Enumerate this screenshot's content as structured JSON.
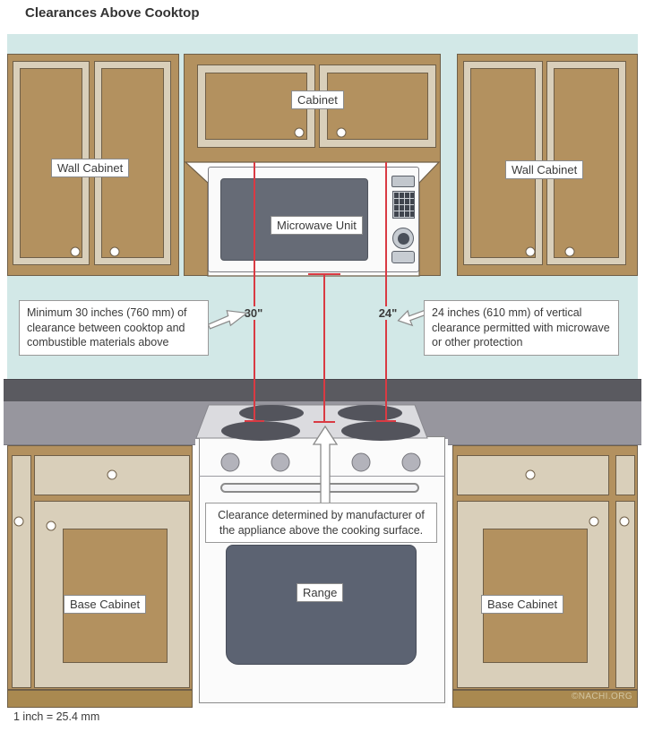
{
  "title": "Clearances Above Cooktop",
  "cabinets": {
    "wall_left": "Wall Cabinet",
    "wall_right": "Wall Cabinet",
    "top_center": "Cabinet",
    "base_left": "Base Cabinet",
    "base_right": "Base Cabinet"
  },
  "appliances": {
    "microwave": "Microwave Unit",
    "range": "Range"
  },
  "measurements": {
    "left": "30\"",
    "right": "24\""
  },
  "annotations": {
    "left": "Minimum 30 inches (760 mm) of clearance between cooktop and combustible materials above",
    "right": "24 inches (610 mm) of vertical clearance permitted with microwave or other protection",
    "center": "Clearance determined by manufacturer of the appliance above the cooking surface."
  },
  "footer": {
    "scale": "1 inch = 25.4 mm",
    "credit": "©NACHI.ORG"
  },
  "colors": {
    "wall": "#d2e8e7",
    "cabinet_tan": "#b3915f",
    "door_beige": "#d9cfba",
    "outline_brown": "#6f5f48",
    "counter_edge": "#5a5a60",
    "counter_face": "#97969e",
    "measure_red": "#d93a43",
    "appliance_slate": "#5c6372"
  }
}
